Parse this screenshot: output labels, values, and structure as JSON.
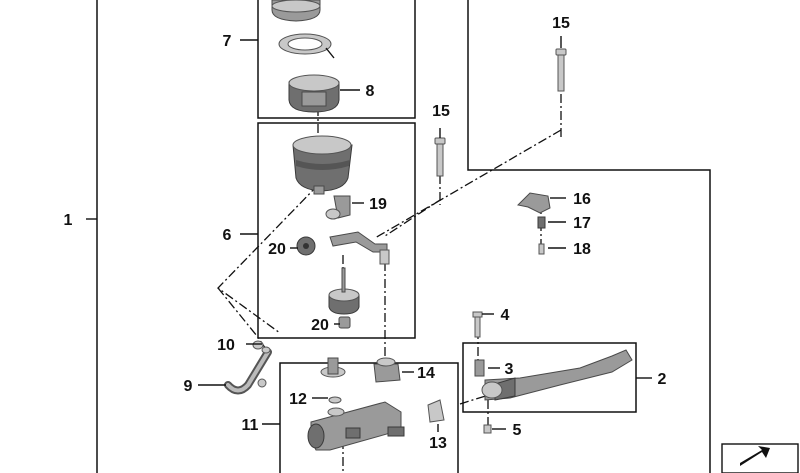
{
  "callouts": {
    "c1": "1",
    "c2": "2",
    "c3": "3",
    "c4": "4",
    "c5": "5",
    "c6": "6",
    "c7": "7",
    "c8": "8",
    "c9": "9",
    "c10": "10",
    "c11": "11",
    "c12": "12",
    "c13": "13",
    "c14": "14",
    "c15a": "15",
    "c15b": "15",
    "c16": "16",
    "c17": "17",
    "c18": "18",
    "c19": "19",
    "c20a": "20",
    "c20b": "20"
  },
  "icons": {
    "corner": "arrow-icon"
  },
  "colors": {
    "line": "#111111",
    "part_dark": "#6f6f6f",
    "part_mid": "#9a9a9a",
    "part_light": "#c8c8c8"
  }
}
